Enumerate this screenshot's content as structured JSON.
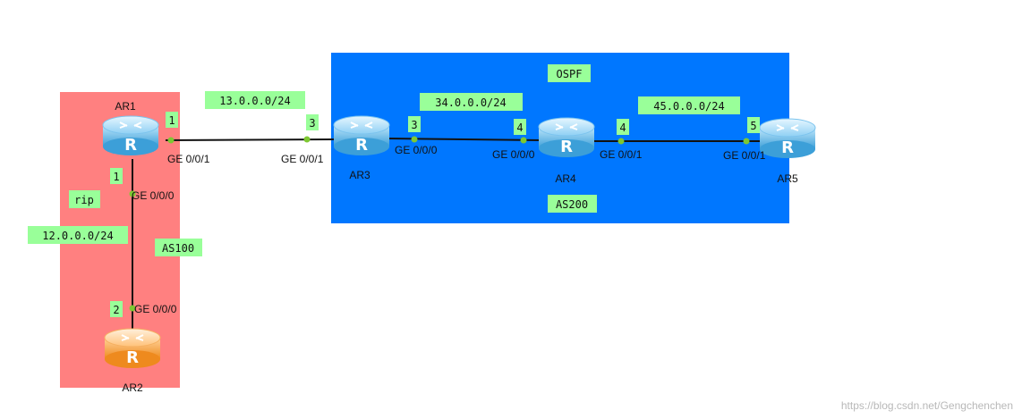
{
  "zones": {
    "rip": {
      "tag": "rip",
      "as": "AS100",
      "color": "#ff8080"
    },
    "ospf": {
      "tag": "OSPF",
      "as": "AS200",
      "color": "#0077ff"
    }
  },
  "routers": [
    {
      "id": "AR1",
      "name": "AR1",
      "color": "blue"
    },
    {
      "id": "AR2",
      "name": "AR2",
      "color": "orange"
    },
    {
      "id": "AR3",
      "name": "AR3",
      "color": "blue"
    },
    {
      "id": "AR4",
      "name": "AR4",
      "color": "blue"
    },
    {
      "id": "AR5",
      "name": "AR5",
      "color": "blue"
    }
  ],
  "links": [
    {
      "id": "ar1-ar3",
      "network": "13.0.0.0/24",
      "a": {
        "router": "AR1",
        "port": "GE 0/0/1",
        "host": "1"
      },
      "b": {
        "router": "AR3",
        "port": "GE 0/0/1",
        "host": "3"
      }
    },
    {
      "id": "ar1-ar2",
      "network": "12.0.0.0/24",
      "a": {
        "router": "AR1",
        "port": "GE 0/0/0",
        "host": "1"
      },
      "b": {
        "router": "AR2",
        "port": "GE 0/0/0",
        "host": "2"
      }
    },
    {
      "id": "ar3-ar4",
      "network": "34.0.0.0/24",
      "a": {
        "router": "AR3",
        "port": "GE 0/0/0",
        "host": "3"
      },
      "b": {
        "router": "AR4",
        "port": "GE 0/0/0",
        "host": "4"
      }
    },
    {
      "id": "ar4-ar5",
      "network": "45.0.0.0/24",
      "a": {
        "router": "AR4",
        "port": "GE 0/0/1",
        "host": "4"
      },
      "b": {
        "router": "AR5",
        "port": "GE 0/0/1",
        "host": "5"
      }
    }
  ],
  "watermark": "https://blog.csdn.net/Gengchenchen",
  "colors": {
    "tag_bg": "#99ff99",
    "port_dot": "#7ec832",
    "line": "#111111",
    "router_blue": "#5ab4e6",
    "router_orange": "#f0962c"
  }
}
